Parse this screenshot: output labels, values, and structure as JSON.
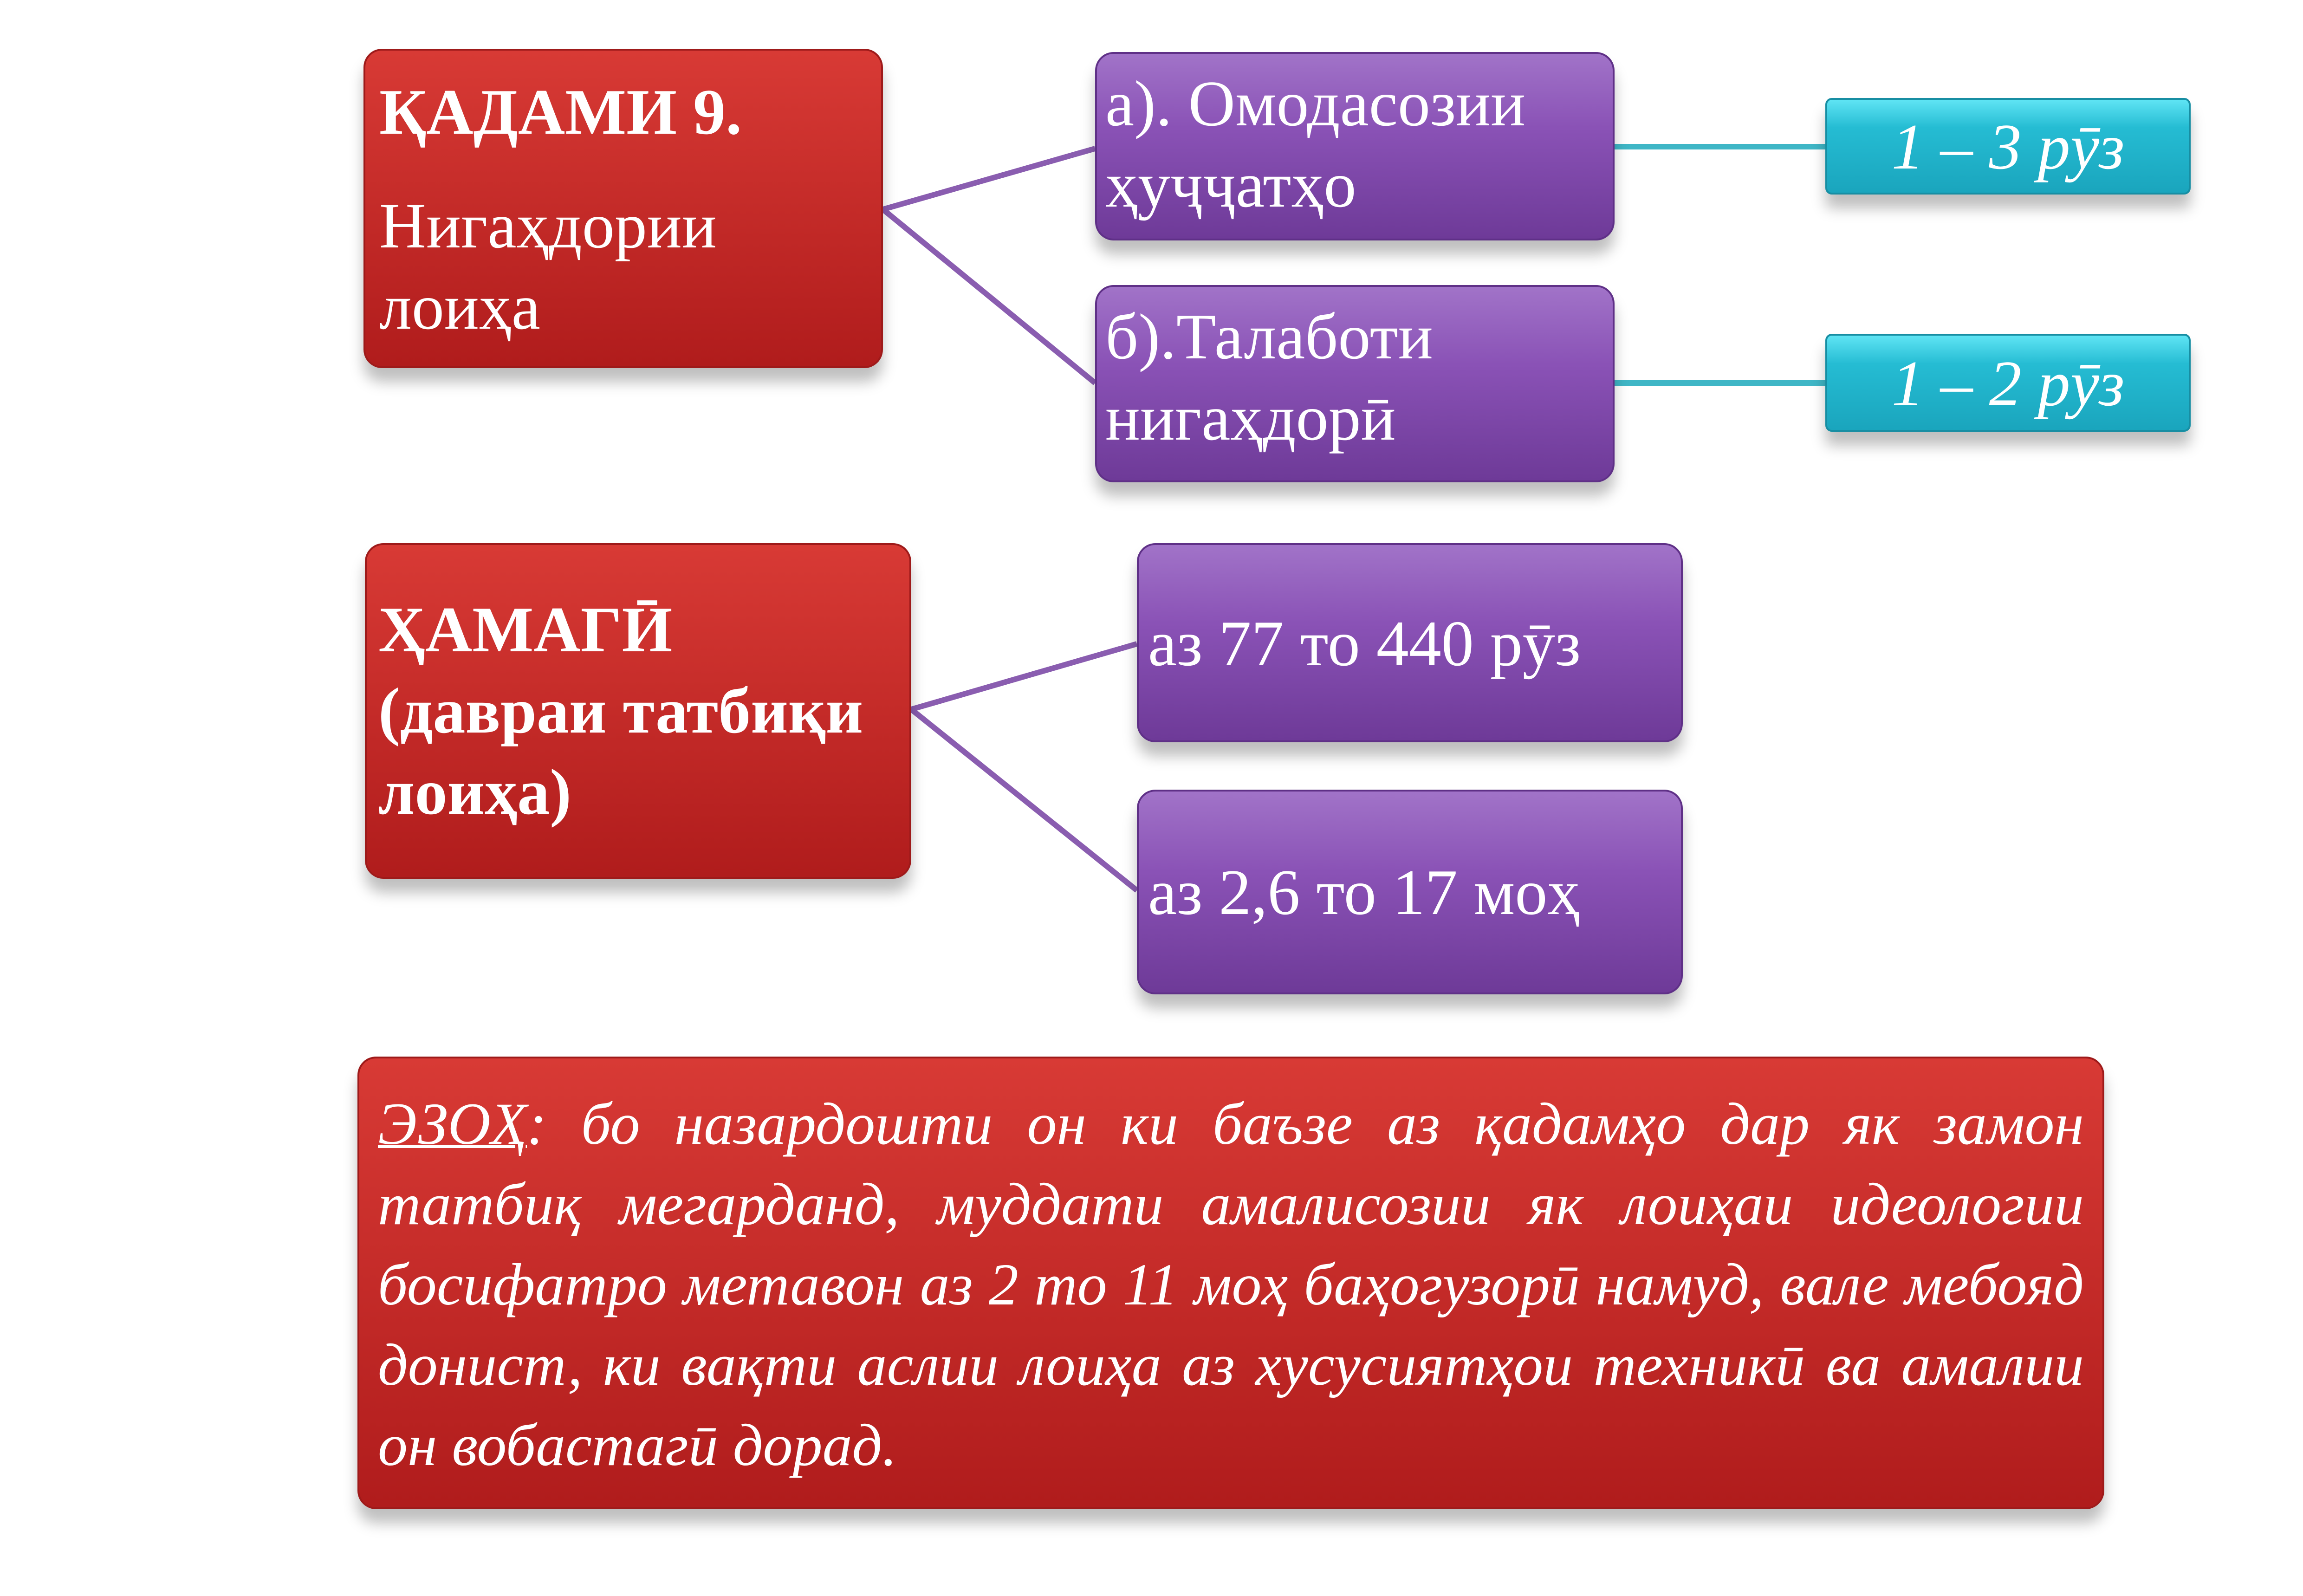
{
  "step": {
    "title": "ҚАДАМИ 9.",
    "subtitle": "Нигаҳдории лоиҳа",
    "items": [
      {
        "label": "а). Омодасозии ҳуҷҷатҳо",
        "duration": "1 – 3 рӯз"
      },
      {
        "label": "б).Талаботи нигаҳдорӣ",
        "duration": "1 – 2 рӯз"
      }
    ]
  },
  "total": {
    "title": "ҲАМАГӢ",
    "subtitle": "(давраи татбиқи лоиҳа)",
    "items": [
      "аз 77 то 440 рӯз",
      "аз 2,6 то 17 моҳ"
    ]
  },
  "note": {
    "label": "ЭЗОҲ",
    "text": ": бо назардошти он ки баъзе аз қадамҳо дар як замон татбиқ мегарданд, муддати амалисозии як лоиҳаи идеологии босифатро метавон аз 2 то 11 моҳ баҳогузорӣ намуд, вале мебояд донист, ки вақти аслии лоиҳа аз хусусиятҳои техникӣ ва амалии он вобастагӣ дорад."
  }
}
